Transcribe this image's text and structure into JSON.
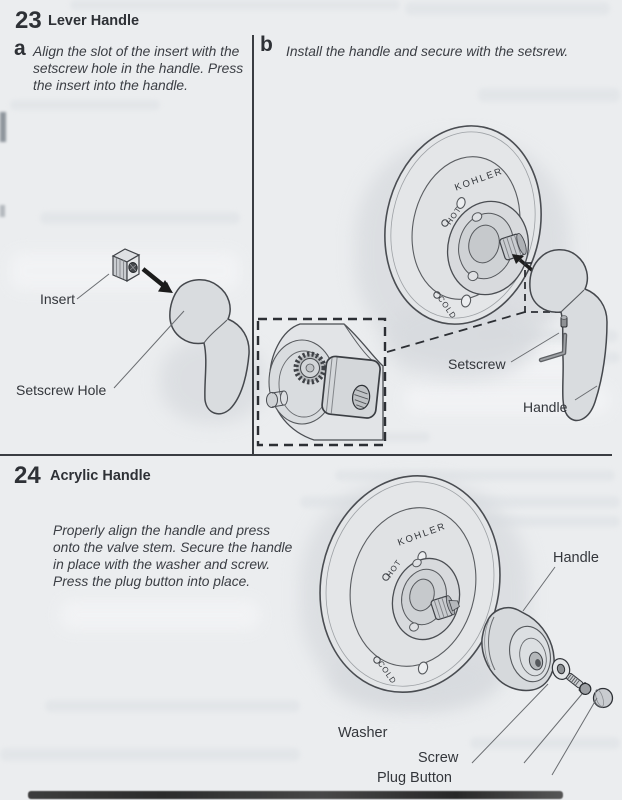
{
  "palette": {
    "page_bg": "#ebedef",
    "ink": "#33363b",
    "line_art": "#4a4d52",
    "fill_light": "#e2e4e7",
    "fill_mid": "#cdd0d4"
  },
  "section23": {
    "number": "23",
    "title": "Lever Handle",
    "step_a": {
      "label": "a",
      "text": "Align the slot of the insert with the setscrew hole in the handle. Press the insert into the handle."
    },
    "step_b": {
      "label": "b",
      "text": "Install the handle and secure with the setsrew."
    },
    "diagram_a": {
      "insert_label": "Insert",
      "setscrew_hole_label": "Setscrew Hole"
    },
    "diagram_b": {
      "brand": "KOHLER",
      "hot": "HOT",
      "cold": "COLD",
      "setscrew_label": "Setscrew",
      "handle_label": "Handle"
    }
  },
  "section24": {
    "number": "24",
    "title": "Acrylic Handle",
    "instructions": "Properly align the handle and press onto the valve stem. Secure the handle in place with the washer and screw. Press the plug button into place.",
    "diagram": {
      "brand": "KOHLER",
      "hot": "HOT",
      "cold": "COLD",
      "handle_label": "Handle",
      "washer_label": "Washer",
      "screw_label": "Screw",
      "plug_button_label": "Plug Button"
    }
  }
}
